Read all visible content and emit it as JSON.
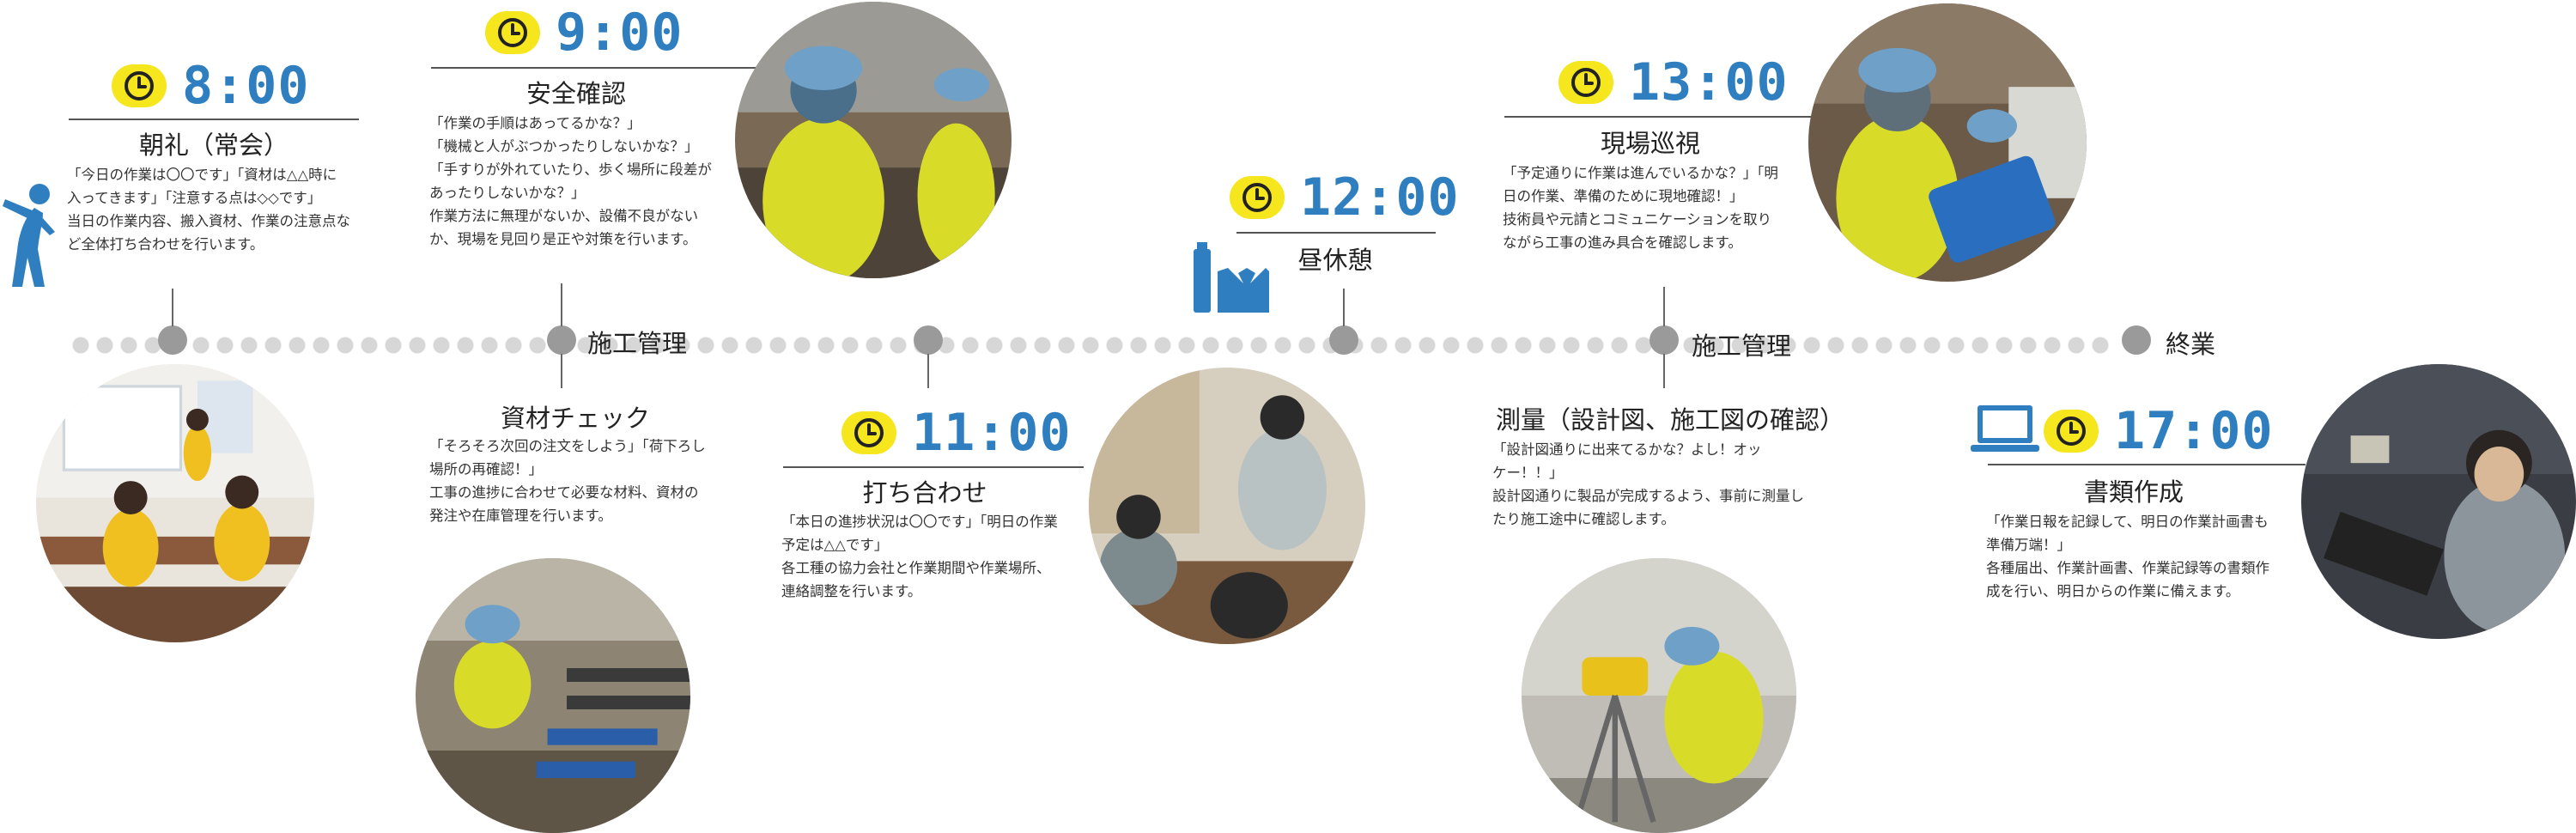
{
  "colors": {
    "accent_blue": "#2f7fc0",
    "clock_yellow": "#f5e61e",
    "node_gray": "#9a9a9a",
    "dot_gray": "#d7d7d7"
  },
  "schedule": {
    "s800": {
      "time": "8:00",
      "title": "朝礼（常会）",
      "desc": "「今日の作業は〇〇です」「資材は△△時に\n入ってきます」「注意する点は◇◇です」\n当日の作業内容、搬入資材、作業の注意点な\nど全体打ち合わせを行います。"
    },
    "s900": {
      "time": "9:00",
      "title": "安全確認",
      "desc": "「作業の手順はあってるかな？」\n「機械と人がぶつかったりしないかな？」\n「手すりが外れていたり、歩く場所に段差が\nあったりしないかな？」\n作業方法に無理がないか、設備不良がない\nか、現場を見回り是正や対策を行います。"
    },
    "material": {
      "title": "資材チェック",
      "desc": "「そろそろ次回の注文をしよう」「荷下ろし\n場所の再確認！」\n工事の進捗に合わせて必要な材料、資材の\n発注や在庫管理を行います。"
    },
    "s1100": {
      "time": "11:00",
      "title": "打ち合わせ",
      "desc": "「本日の進捗状況は〇〇です」「明日の作業\n予定は△△です」\n各工種の協力会社と作業期間や作業場所、\n連絡調整を行います。"
    },
    "s1200": {
      "time": "12:00",
      "title": "昼休憩"
    },
    "s1300": {
      "time": "13:00",
      "title": "現場巡視",
      "desc": "「予定通りに作業は進んでいるかな？」「明\n日の作業、準備のために現地確認！」\n技術員や元請とコミュニケーションを取り\nながら工事の進み具合を確認します。"
    },
    "survey": {
      "title": "測量（設計図、施工図の確認）",
      "desc": "「設計図通りに出来てるかな？よし！オッ\nケー！！」\n設計図通りに製品が完成するよう、事前に測量し\nたり施工途中に確認します。"
    },
    "s1700": {
      "time": "17:00",
      "title": "書類作成",
      "desc": "「作業日報を記録して、明日の作業計画書も\n準備万端！」\n各種届出、作業計画書、作業記録等の書類作\n成を行い、明日からの作業に備えます。"
    }
  },
  "timeline": {
    "label_mgmt_1": "施工管理",
    "label_mgmt_2": "施工管理",
    "label_end": "終業"
  },
  "icons": [
    "clock-icon",
    "stretch-person-icon",
    "lunch-icon",
    "laptop-icon"
  ]
}
